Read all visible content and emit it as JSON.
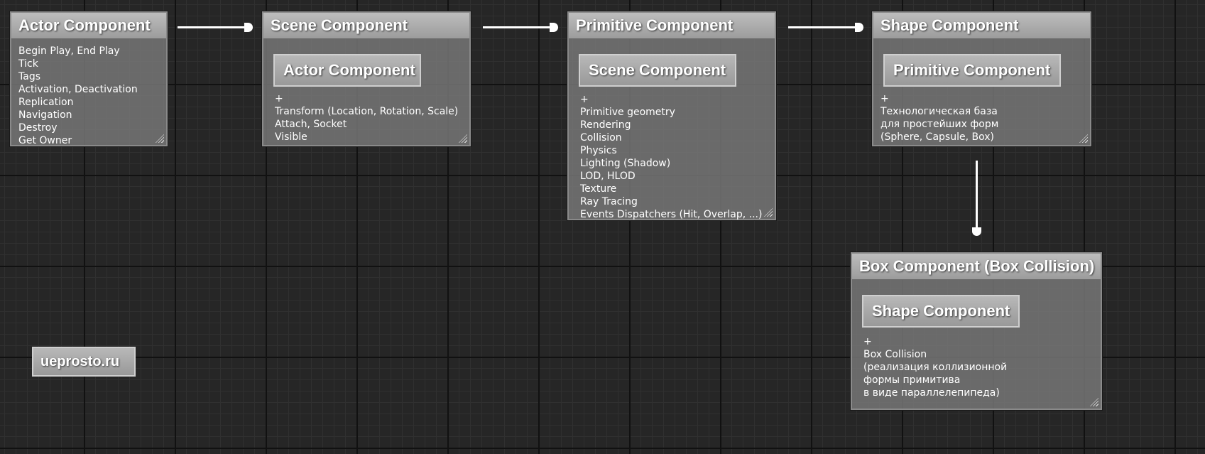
{
  "nodes": {
    "actor": {
      "title": "Actor Component",
      "lines": [
        "Begin Play, End Play",
        "Tick",
        "Tags",
        "Activation, Deactivation",
        "Replication",
        "Navigation",
        "Destroy",
        "Get Owner"
      ]
    },
    "scene": {
      "title": "Scene Component",
      "parent": "Actor Component",
      "lines": [
        "+",
        "Transform (Location, Rotation, Scale)",
        "Attach, Socket",
        "Visible"
      ]
    },
    "primitive": {
      "title": "Primitive Component",
      "parent": "Scene Component",
      "lines": [
        "+",
        "Primitive geometry",
        "Rendering",
        "Collision",
        "Physics",
        "Lighting (Shadow)",
        "LOD, HLOD",
        "Texture",
        "Ray Tracing",
        "Events Dispatchers (Hit, Overlap, ...)"
      ]
    },
    "shape": {
      "title": "Shape Component",
      "parent": "Primitive Component",
      "lines": [
        "+",
        "Технологическая база",
        "для простейших форм",
        "(Sphere, Capsule, Box)"
      ]
    },
    "box": {
      "title": "Box Component (Box Collision)",
      "parent": "Shape Component",
      "lines": [
        "+",
        "Box Collision",
        "(реализация коллизионной",
        "формы примитива",
        "в виде параллелепипеда)"
      ]
    }
  },
  "watermark": "ueprosto.ru"
}
